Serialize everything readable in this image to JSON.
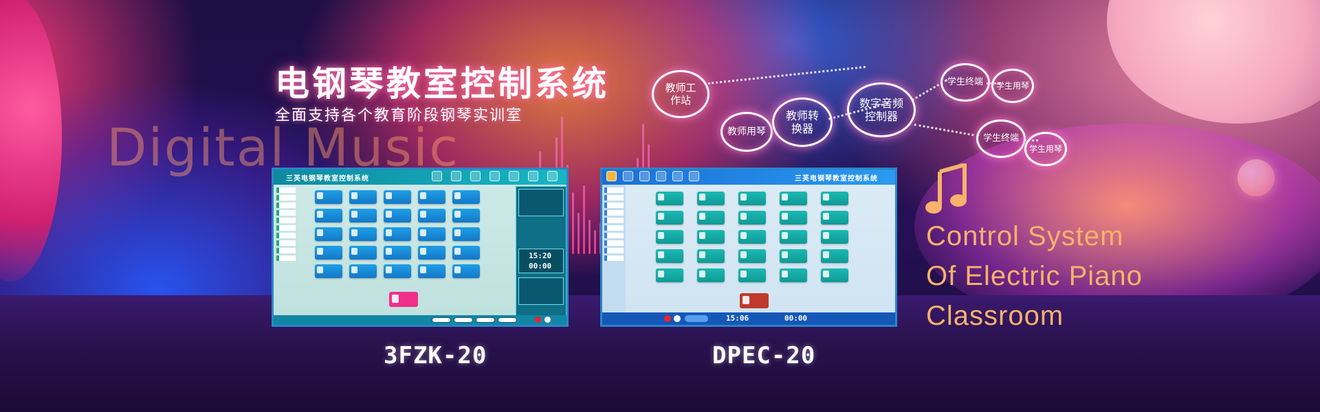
{
  "banner": {
    "title": "电钢琴教室控制系统",
    "subtitle": "全面支持各个教育阶段钢琴实训室",
    "bg_text": "Digital Music",
    "english_title_line1": "Control System",
    "english_title_line2": "Of Electric Piano",
    "english_title_line3": "Classroom"
  },
  "diagram": {
    "teacher_workstation": "教师工作站",
    "teacher_piano": "教师用琴",
    "teacher_converter": "教师转换器",
    "digital_audio_controller": "数字音频控制器",
    "student_terminal_1": "学生终端",
    "student_piano_1": "学生用琴",
    "student_terminal_2": "学生终端",
    "student_piano_2": "学生用琴"
  },
  "products": [
    {
      "model": "3FZK-20",
      "app_title": "三芙电钢琴教室控制系统",
      "clock_time": "15:20",
      "clock_timer": "00:00"
    },
    {
      "model": "DPEC-20",
      "app_title": "三芙电钢琴教室控制系统",
      "clock_time": "15:06",
      "clock_timer": "00:00"
    }
  ],
  "colors": {
    "accent_orange": "#f7b26b",
    "screen1_teacher_card": "#f0308a",
    "screen2_teacher_card": "#c0392b"
  }
}
